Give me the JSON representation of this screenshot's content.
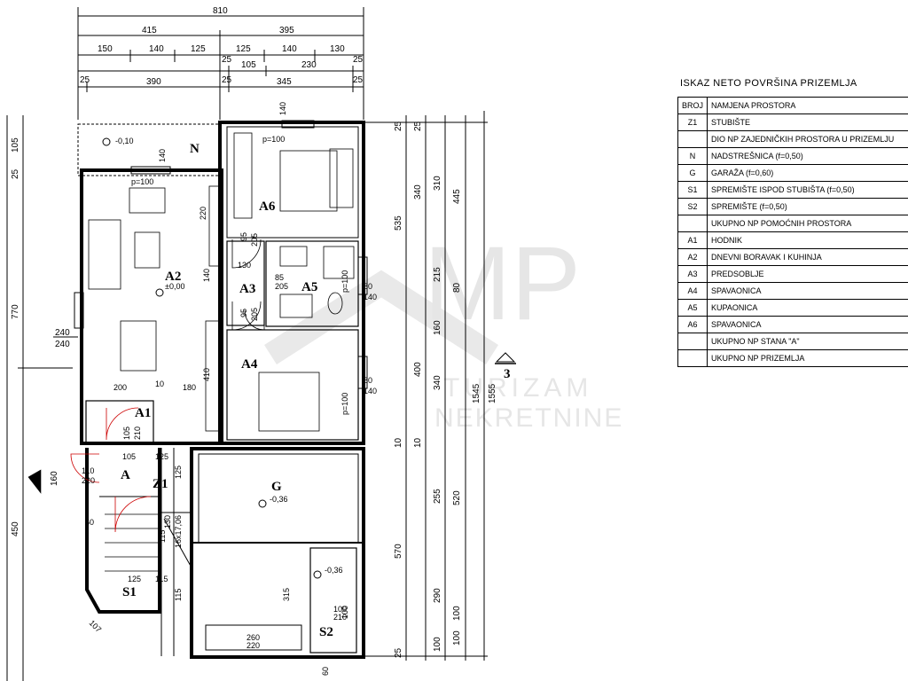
{
  "dimensions_top": {
    "row1": [
      "810"
    ],
    "row2": [
      "415",
      "395"
    ],
    "row3": [
      "150",
      "140",
      "125",
      "125",
      "140",
      "130"
    ],
    "row4": [
      "25",
      "105",
      "230",
      "25"
    ],
    "row5": [
      "25",
      "390",
      "25",
      "345",
      "25"
    ]
  },
  "dimensions_left": [
    "105",
    "25",
    "770",
    "240",
    "240",
    "160",
    "450"
  ],
  "dimensions_right": {
    "col1": [
      "25",
      "535",
      "10",
      "570",
      "25"
    ],
    "col2": [
      "25",
      "340",
      "400",
      "10",
      "255",
      "290",
      "100"
    ],
    "col3": [
      "310",
      "215",
      "160",
      "340",
      "100",
      "100"
    ],
    "col4": [
      "445",
      "80",
      "520"
    ],
    "col5": [
      "1545",
      "1555"
    ]
  },
  "interior_dims": [
    "140",
    "140",
    "220",
    "130",
    "140",
    "410",
    "95",
    "205",
    "95",
    "205",
    "85",
    "205",
    "80",
    "140",
    "80",
    "140",
    "200",
    "10",
    "180",
    "105",
    "210",
    "110",
    "220",
    "105",
    "125",
    "125",
    "130",
    "115",
    "16x17,06",
    "115",
    "125",
    "115",
    "315",
    "260",
    "220",
    "100",
    "210",
    "100",
    "60",
    "107",
    "60"
  ],
  "rooms": {
    "N": "N",
    "A1": "A1",
    "A2": "A2",
    "A3": "A3",
    "A4": "A4",
    "A5": "A5",
    "A6": "A6",
    "G": "G",
    "S1": "S1",
    "S2": "S2",
    "Z1": "Z1",
    "A": "A",
    "section": "3"
  },
  "levels": {
    "n": "-0,10",
    "a2": "±0,00",
    "g": "-0,36",
    "s2": "-0,36"
  },
  "sill_labels": [
    "p=100",
    "p=100",
    "p=100",
    "p=100"
  ],
  "watermark": {
    "brand": "MP",
    "line1": "TURIZAM",
    "line2": "NEKRETNINE"
  },
  "table": {
    "title": "ISKAZ NETO POVRŠINA PRIZEMLJA",
    "header": [
      "BROJ",
      "NAMJENA PROSTORA"
    ],
    "rows": [
      [
        "Z1",
        "STUBIŠTE"
      ],
      [
        "",
        "DIO NP ZAJEDNIČKIH PROSTORA U PRIZEMLJU"
      ],
      [
        "N",
        "NADSTREŠNICA (f=0,50)"
      ],
      [
        "G",
        "GARAŽA (f=0,60)"
      ],
      [
        "S1",
        "SPREMIŠTE ISPOD STUBIŠTA (f=0,50)"
      ],
      [
        "S2",
        "SPREMIŠTE (f=0,50)"
      ],
      [
        "",
        "UKUPNO NP POMOĆNIH PROSTORA"
      ],
      [
        "A1",
        "HODNIK"
      ],
      [
        "A2",
        "DNEVNI BORAVAK I KUHINJA"
      ],
      [
        "A3",
        "PREDSOBLJE"
      ],
      [
        "A4",
        "SPAVAONICA"
      ],
      [
        "A5",
        "KUPAONICA"
      ],
      [
        "A6",
        "SPAVAONICA"
      ],
      [
        "",
        "UKUPNO NP STANA \"A\""
      ],
      [
        "",
        "UKUPNO NP PRIZEMLJA"
      ]
    ]
  }
}
